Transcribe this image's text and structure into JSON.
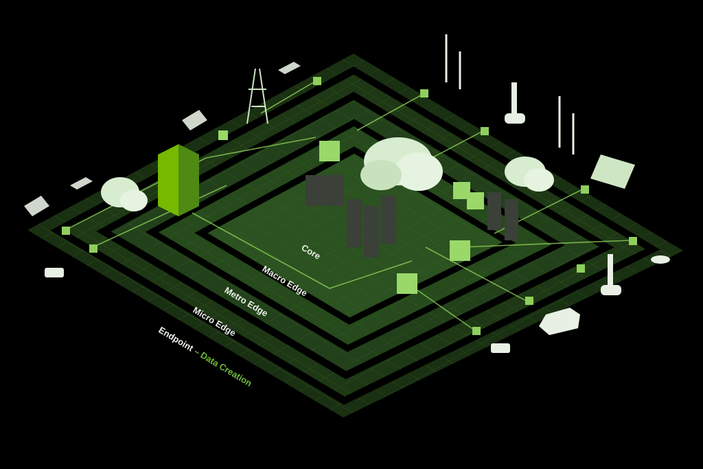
{
  "diagram": {
    "layers": [
      {
        "id": "core",
        "label": "Core"
      },
      {
        "id": "macro",
        "label": "Macro Edge"
      },
      {
        "id": "metro",
        "label": "Metro Edge"
      },
      {
        "id": "micro",
        "label": "Micro Edge"
      },
      {
        "id": "endpoint",
        "label": "Endpoint",
        "suffix": "– Data Creation"
      }
    ],
    "devices": [
      "wind-turbine",
      "robot-arm",
      "solar-panel",
      "drone",
      "car",
      "security-camera",
      "laptop",
      "smartphone",
      "power-tower",
      "cloud",
      "server-rack",
      "data-center"
    ],
    "colors": {
      "background": "#000000",
      "ring": "#1f3a17",
      "accent": "#76b900",
      "label": "#e8f0e4",
      "accent_label": "#6dbb3c"
    }
  }
}
